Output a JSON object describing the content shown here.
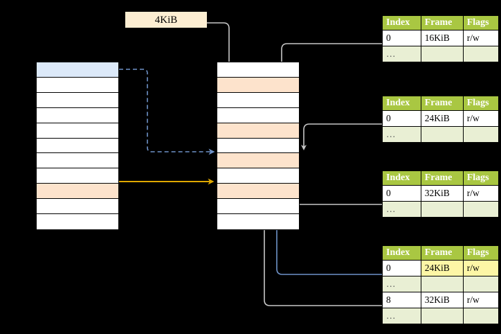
{
  "diagram": {
    "title_label": "4KiB",
    "left_column": {
      "name": "virtual-address-space",
      "rows": [
        {
          "fill": "blue"
        },
        {
          "fill": "white"
        },
        {
          "fill": "white"
        },
        {
          "fill": "white"
        },
        {
          "fill": "white"
        },
        {
          "fill": "white"
        },
        {
          "fill": "white"
        },
        {
          "fill": "white"
        },
        {
          "fill": "peach"
        },
        {
          "fill": "white"
        },
        {
          "fill": "white"
        }
      ]
    },
    "middle_column": {
      "name": "physical-memory",
      "rows": [
        {
          "fill": "white"
        },
        {
          "fill": "peach"
        },
        {
          "fill": "white"
        },
        {
          "fill": "white"
        },
        {
          "fill": "peach"
        },
        {
          "fill": "white"
        },
        {
          "fill": "peach"
        },
        {
          "fill": "white"
        },
        {
          "fill": "peach"
        },
        {
          "fill": "white"
        },
        {
          "fill": "white"
        }
      ]
    },
    "colors": {
      "header_green": "#a9c742",
      "dots_row_green": "#e9efd4",
      "highlight_yellow": "#fdf6a6",
      "peach_row": "#fde3cc",
      "blue_row": "#dce9f9",
      "label_cream": "#fdeed2",
      "orange_arrow": "#e0a800",
      "blue_arrow": "#6f93c9",
      "gray_wire": "#c8c8c8"
    },
    "tables": [
      {
        "id": "page-table-0",
        "headers": [
          "Index",
          "Frame",
          "Flags"
        ],
        "rows": [
          {
            "cells": [
              "0",
              "16KiB",
              "r/w"
            ],
            "style": "normal",
            "highlight": []
          },
          {
            "cells": [
              "…",
              "",
              ""
            ],
            "style": "dots",
            "highlight": []
          }
        ]
      },
      {
        "id": "page-table-1",
        "headers": [
          "Index",
          "Frame",
          "Flags"
        ],
        "rows": [
          {
            "cells": [
              "0",
              "24KiB",
              "r/w"
            ],
            "style": "normal",
            "highlight": []
          },
          {
            "cells": [
              "…",
              "",
              ""
            ],
            "style": "dots",
            "highlight": []
          }
        ]
      },
      {
        "id": "page-table-2",
        "headers": [
          "Index",
          "Frame",
          "Flags"
        ],
        "rows": [
          {
            "cells": [
              "0",
              "32KiB",
              "r/w"
            ],
            "style": "normal",
            "highlight": []
          },
          {
            "cells": [
              "…",
              "",
              ""
            ],
            "style": "dots",
            "highlight": []
          }
        ]
      },
      {
        "id": "page-table-3",
        "headers": [
          "Index",
          "Frame",
          "Flags"
        ],
        "rows": [
          {
            "cells": [
              "0",
              "24KiB",
              "r/w"
            ],
            "style": "normal",
            "highlight": [
              1,
              2
            ]
          },
          {
            "cells": [
              "…",
              "",
              ""
            ],
            "style": "dots",
            "highlight": []
          },
          {
            "cells": [
              "8",
              "32KiB",
              "r/w"
            ],
            "style": "normal",
            "highlight": []
          },
          {
            "cells": [
              "…",
              "",
              ""
            ],
            "style": "dots",
            "highlight": []
          }
        ]
      }
    ]
  }
}
